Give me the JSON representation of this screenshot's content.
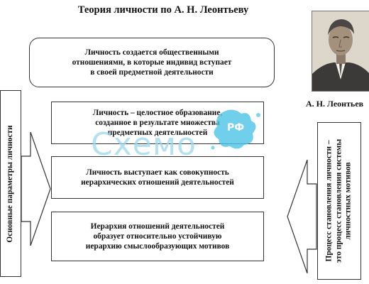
{
  "diagram": {
    "title": "Теория личности по А. Н. Леонтьеву",
    "top_box": "Личность создается общественными\nотношениями, в которые индивид вступает\nв своей предметной деятельности",
    "boxes": [
      "Личность – целостное образование,\nсозданное в результате множества\nпредметных деятельностей",
      "Личность выступает как совокупность\nиерархических отношений деятельностей",
      "Иерархия отношений деятельностей\nобразует относительно устойчивую\nиерархию смыслообразующих мотивов"
    ],
    "left_label": "Основные параметры личности",
    "right_label": "Процесс становления личности –\nэто процесс становления системы\nличностных мотивов",
    "portrait_caption": "А. Н. Леонтьев"
  },
  "watermark": {
    "text": "Схемо",
    "badge": "РФ",
    "color": "#9ad8ec",
    "splash_color": "#4cc3e6"
  },
  "icons": {
    "left_arrow": "right-hollow-arrow-icon",
    "right_arrow": "left-hollow-arrow-icon",
    "portrait": "portrait-photo"
  }
}
